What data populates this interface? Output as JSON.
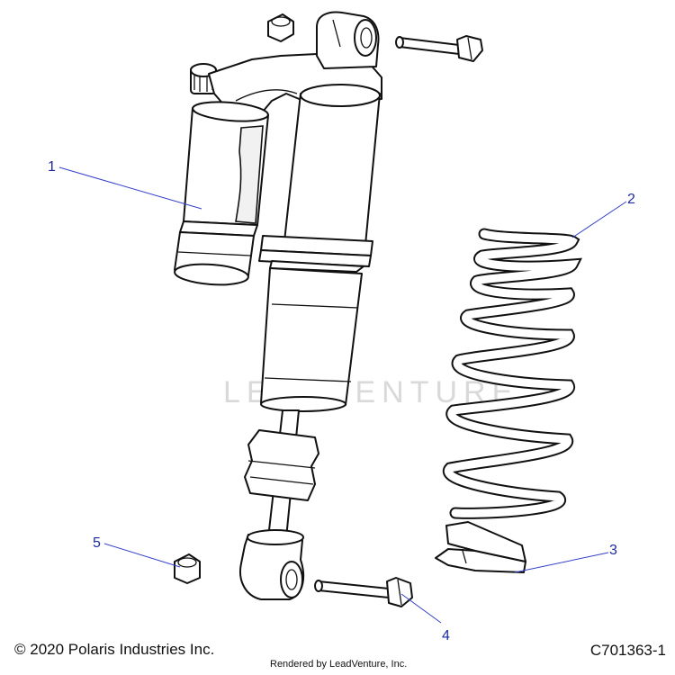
{
  "callouts": [
    {
      "number": "1"
    },
    {
      "number": "2"
    },
    {
      "number": "3"
    },
    {
      "number": "4"
    },
    {
      "number": "5"
    }
  ],
  "watermark": {
    "text": "LEADVENTURE"
  },
  "footer": {
    "copyright": "© 2020 Polaris Industries Inc.",
    "rendered_by": "Rendered by LeadVenture, Inc.",
    "code": "C701363-1"
  },
  "colors": {
    "callout": "#1f2a9e",
    "leader": "#3340c8",
    "line_art": "#111111",
    "watermark": "#d9d9d9"
  }
}
